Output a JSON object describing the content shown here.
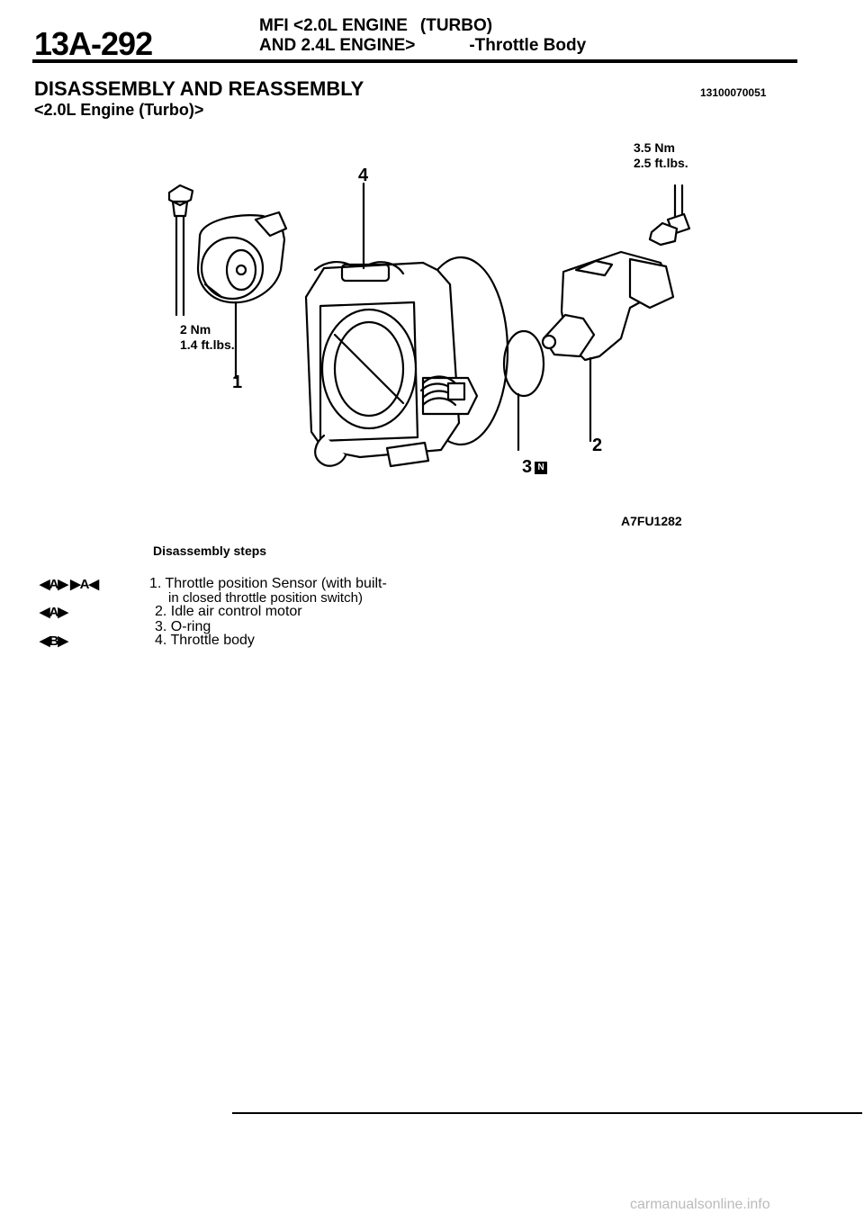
{
  "header": {
    "page_number": "13A-292",
    "line1_a": "MFI <2.0L ENGINE",
    "line1_b": "(TURBO)",
    "line2_a": "AND 2.4L ENGINE>",
    "line2_b": "-Throttle Body"
  },
  "section": {
    "title": "DISASSEMBLY AND REASSEMBLY",
    "doc_code": "13100070051",
    "subtitle": "<2.0L Engine (Turbo)>"
  },
  "diagram": {
    "torque_right_1": "3.5 Nm",
    "torque_right_2": "2.5 ft.lbs.",
    "torque_left_1": "2 Nm",
    "torque_left_2": "1.4 ft.lbs.",
    "callout_1": "1",
    "callout_2": "2",
    "callout_3": "3",
    "callout_3_badge": "N",
    "callout_4": "4",
    "figure_code": "A7FU1282"
  },
  "steps": {
    "title": "Disassembly steps",
    "items": [
      {
        "marks": "◀A▶ ▶A◀",
        "text": "1. Throttle position Sensor (with built-",
        "cont": "in closed throttle position switch)"
      },
      {
        "marks": "◀A▶",
        "text": "2. Idle air control motor"
      },
      {
        "marks": "",
        "text": "3. O-ring"
      },
      {
        "marks": "◀B▶",
        "text": "4. Throttle body"
      }
    ]
  },
  "footer": {
    "watermark": "carmanualsonline.info"
  }
}
